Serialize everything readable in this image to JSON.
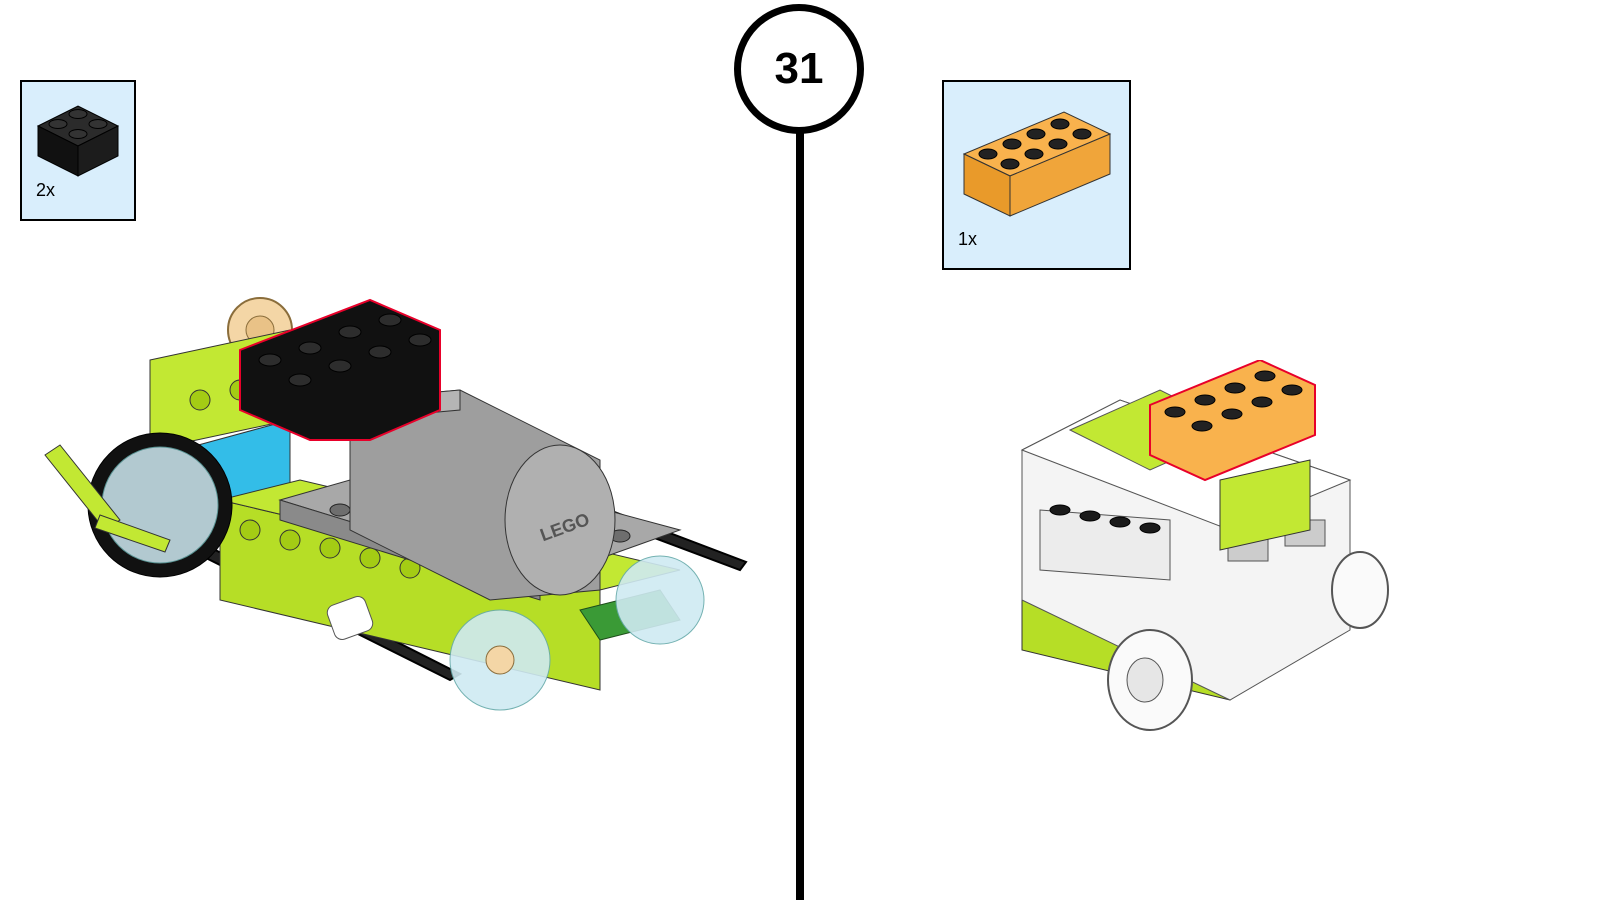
{
  "step": {
    "number": "31"
  },
  "left_panel": {
    "parts": [
      {
        "quantity_label": "2x",
        "part_name": "black-2x2-brick",
        "color": "#1a1a1a"
      }
    ]
  },
  "right_panel": {
    "parts": [
      {
        "quantity_label": "1x",
        "part_name": "orange-2x4-brick",
        "color": "#f9b24d"
      }
    ]
  },
  "colors": {
    "parts_box_bg": "#d9eefc",
    "lime": "#c2e833",
    "gray": "#9a9a9a",
    "azure": "#33bde8",
    "highlight": "#e8002a"
  }
}
